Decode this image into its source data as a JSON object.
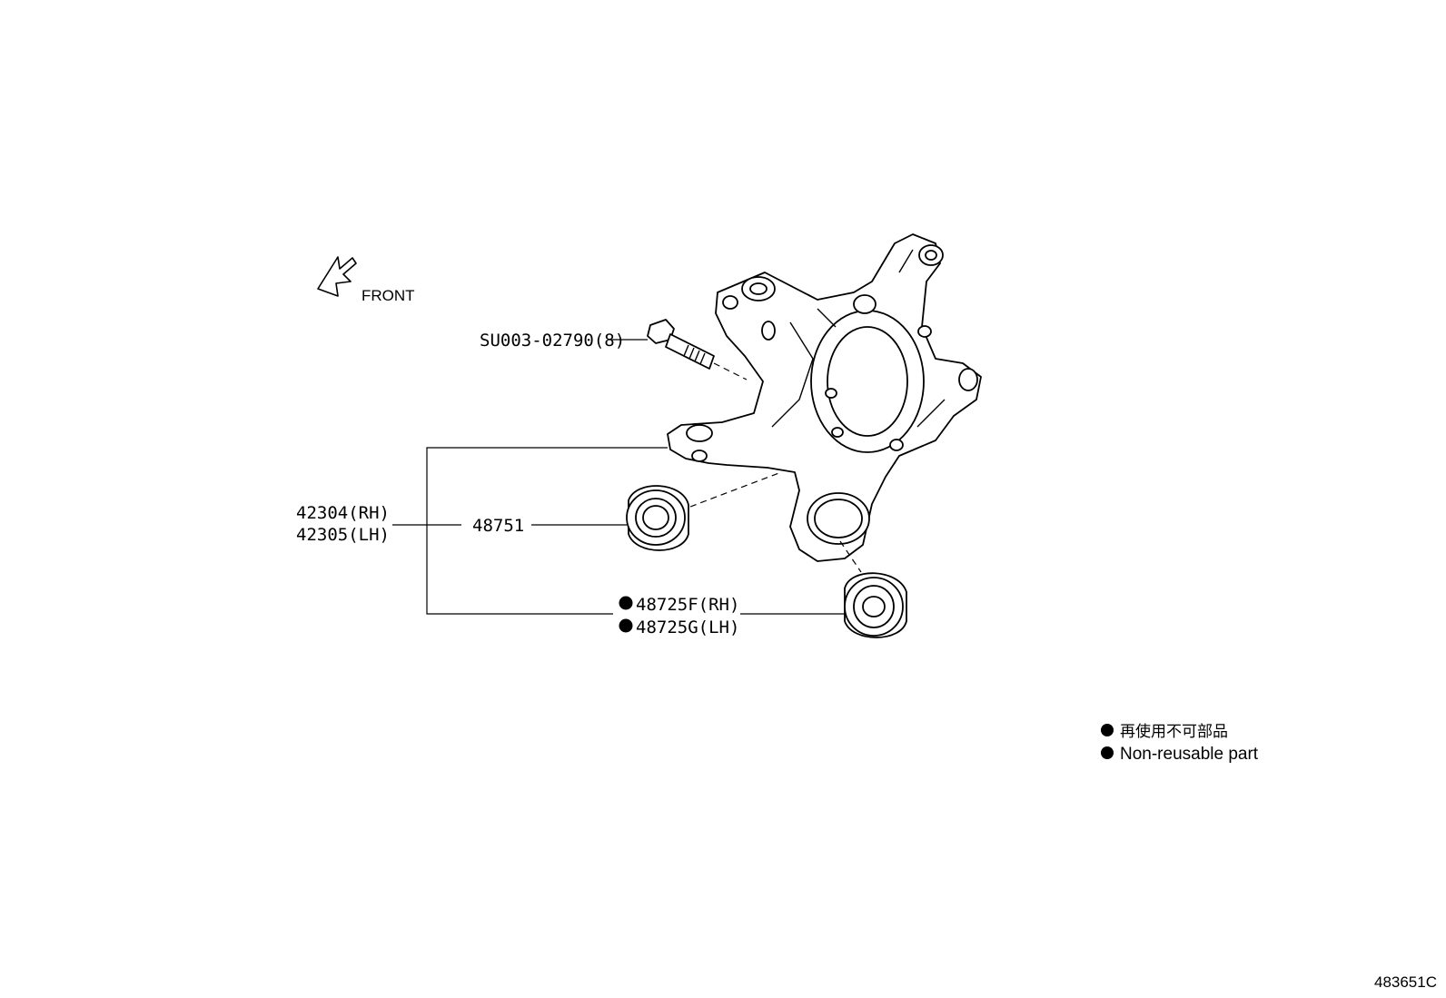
{
  "front_label": "FRONT",
  "callouts": {
    "bolt": "SU003-02790(8)",
    "knuckle_rh": "42304(RH)",
    "knuckle_lh": "42305(LH)",
    "bushing": "48751",
    "bushing_rh": "48725F(RH)",
    "bushing_lh": "48725G(LH)"
  },
  "legend": {
    "jp": "再使用不可部品",
    "en": "Non-reusable part"
  },
  "diagram_id": "483651C"
}
